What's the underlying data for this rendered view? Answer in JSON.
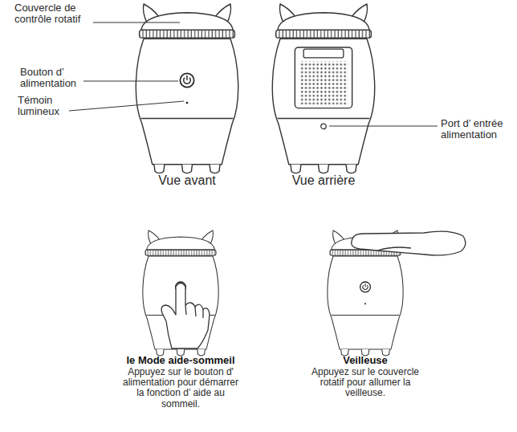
{
  "diagram": {
    "labels": [
      "Couvercle de contrôle rotatif",
      "Bouton d’ alimentation",
      "Témoin lumineux",
      "Port d’ entrée alimentation",
      "Vue avant",
      "Vue arrière",
      "le Mode aide-sommeil",
      "Appuyez sur le bouton d' alimentation pour démarrer la fonction d’ aide au sommeil.",
      "Veilleuse",
      "Appuyez sur le couvercle rotatif pour allumer la veilleuse."
    ]
  }
}
